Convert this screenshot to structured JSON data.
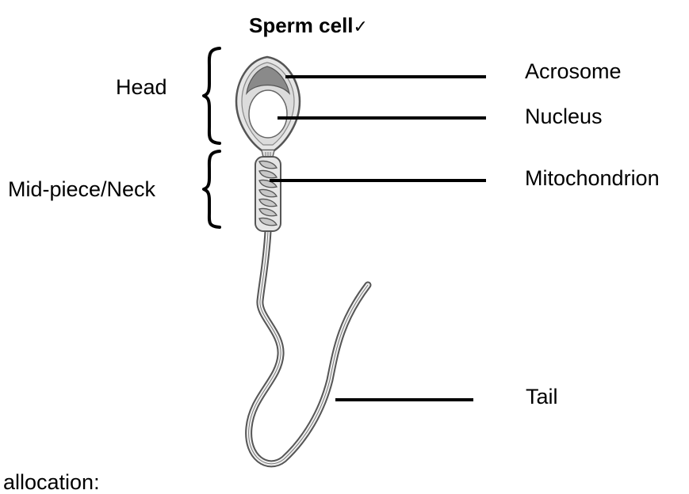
{
  "title": "Sperm cell",
  "title_mark": "✓",
  "regions": {
    "head": "Head",
    "midpiece": "Mid-piece/Neck"
  },
  "parts": {
    "acrosome": "Acrosome",
    "nucleus": "Nucleus",
    "mitochondrion": "Mitochondrion",
    "tail": "Tail"
  },
  "footer_text": "allocation:",
  "colors": {
    "line": "#000000",
    "cell_outline": "#555555",
    "cell_fill": "#e6e6e6",
    "acrosome_fill": "#8a8a8a",
    "nucleus_fill": "#ffffff"
  }
}
